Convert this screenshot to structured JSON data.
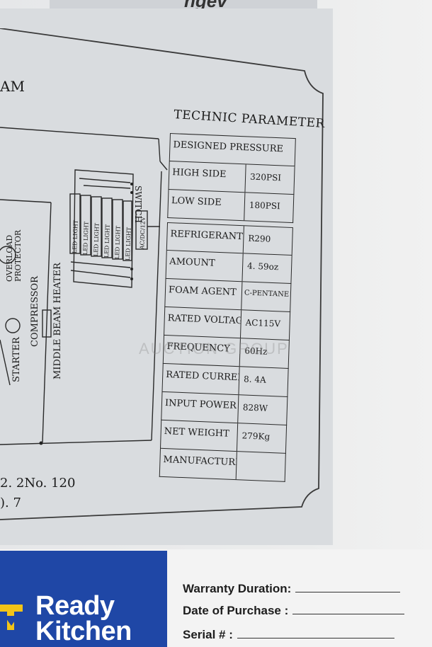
{
  "top_label": {
    "text": "ngev"
  },
  "diagram": {
    "partial_title": "AM",
    "labels": {
      "switch": "SWITCH",
      "led_lights": [
        "LED LIGHT",
        "LED LIGHT",
        "LED LIGHT",
        "LED LIGHT",
        "LED LIGHT",
        "LED LIGHT"
      ],
      "power": "AC/DC/12V",
      "overload": "OVERLOAD PROTECTOR",
      "compressor": "COMPRESSOR",
      "starter": "STARTER",
      "heater": "MIDDLE BEAM HEATER"
    },
    "bottom_lines": [
      "2. 2No. 120",
      "). 7"
    ]
  },
  "technic_parameter": {
    "title": "TECHNIC PARAMETER",
    "designed_pressure": "DESIGNED PRESSURE",
    "rows_pressure": [
      {
        "key": "HIGH SIDE",
        "value": "320PSI"
      },
      {
        "key": "LOW SIDE",
        "value": "180PSI"
      }
    ],
    "rows_spec": [
      {
        "key": "REFRIGERANT",
        "value": "R290"
      },
      {
        "key": "AMOUNT",
        "value": "4. 59oz"
      },
      {
        "key": "FOAM AGENT",
        "value": "C-PENTANE"
      },
      {
        "key": "RATED VOLTAGE",
        "value": "AC115V"
      },
      {
        "key": "FREQUENCY",
        "value": "60Hz"
      },
      {
        "key": "RATED CURRENT",
        "value": "8. 4A"
      },
      {
        "key": "INPUT POWER",
        "value": "828W"
      },
      {
        "key": "NET WEIGHT",
        "value": "279Kg"
      },
      {
        "key": "MANUFACTURED",
        "value": ""
      }
    ]
  },
  "watermark": "AUCTION GROUP",
  "brand": {
    "line1": "Ready",
    "line2": "Kitchen",
    "color": "#1f47a6",
    "accent": "#f2c418"
  },
  "warranty_form": {
    "duration": "Warranty Duration:",
    "purchase_date": "Date of Purchase :",
    "serial": "Serial # :"
  }
}
